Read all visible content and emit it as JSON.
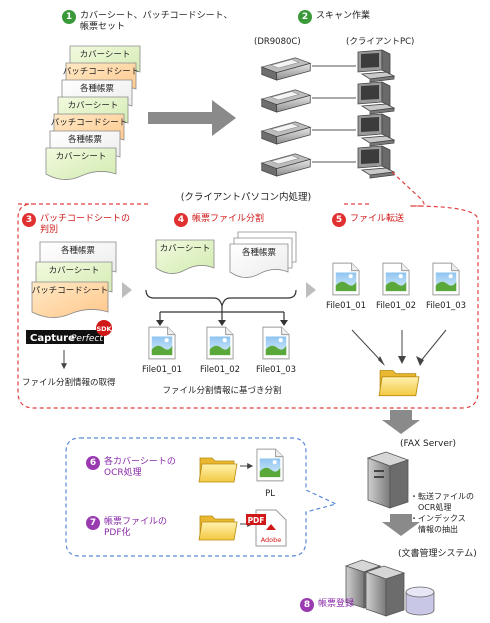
{
  "steps": {
    "s1": {
      "num": "1",
      "line1": "カバーシート、パッチコードシート、",
      "line2": "帳票セット"
    },
    "s2": {
      "num": "2",
      "label": "スキャン作業"
    },
    "s3": {
      "num": "3",
      "line1": "パッチコードシートの",
      "line2": "判別"
    },
    "s4": {
      "num": "4",
      "label": "帳票ファイル分割"
    },
    "s5": {
      "num": "5",
      "label": "ファイル転送"
    },
    "s6": {
      "num": "6",
      "line1": "各カバーシートの",
      "line2": "OCR処理"
    },
    "s7": {
      "num": "7",
      "line1": "帳票ファイルの",
      "line2": "PDF化"
    },
    "s8": {
      "num": "8",
      "label": "帳票登録"
    }
  },
  "stack_left": [
    "カバーシート",
    "パッチコードシート",
    "各種帳票",
    "カバーシート",
    "パッチコードシート",
    "各種帳票",
    "カバーシート"
  ],
  "scanner_label": "(DR9080C)",
  "client_label": "(クライアントPC)",
  "client_process_label": "(クライアントパソコン内処理)",
  "stack3": [
    "各種帳票",
    "カバーシート",
    "パッチコードシート"
  ],
  "stack4": {
    "cover": "カバーシート",
    "forms": "各種帳票"
  },
  "files": [
    "File01_01",
    "File01_02",
    "File01_03"
  ],
  "split_caption": "ファイル分割情報に基づき分割",
  "split_info_caption": "ファイル分割情報の取得",
  "logo": {
    "capture": "Capture",
    "perfect": "Perfect",
    "sdk": "SDK"
  },
  "fax_server_label": "(FAX Server)",
  "server_notes": [
    "・転送ファイルの",
    "OCR処理",
    "・インデックス",
    "情報の抽出"
  ],
  "doc_system_label": "(文書管理システム)",
  "pl_label": "PL",
  "pdf_label": "PDF",
  "adobe_label": "Adobe",
  "colors": {
    "sheet_green": "#e3f2c4",
    "sheet_orange": "#ffd9a0",
    "sheet_white": "#ffffff",
    "red_dash": "#e04040",
    "blue_dash": "#5a8ad8",
    "arrow_gray": "#8a8a8a"
  }
}
